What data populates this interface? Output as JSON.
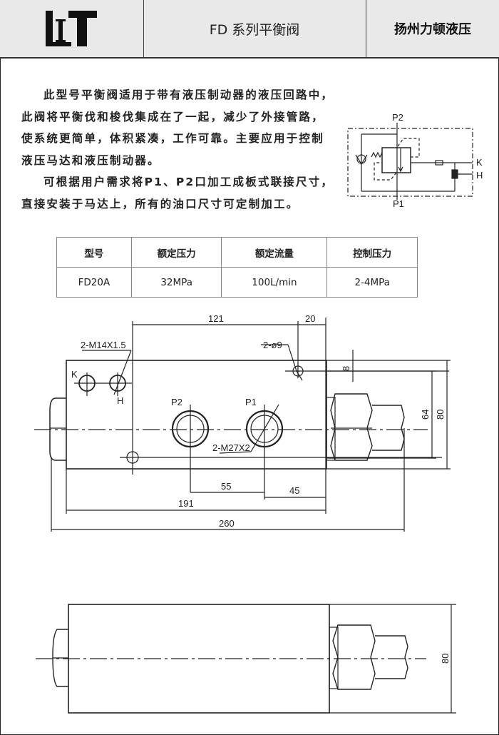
{
  "header": {
    "logo_text": "LIT",
    "title": "FD 系列平衡阀",
    "company": "扬州力顿液压"
  },
  "intro": {
    "paragraph1": "此型号平衡阀适用于带有液压制动器的液压回路中，此阀将平衡伐和梭伐集成在了一起，减少了外接管路，使系统更简单，体积紧凑，工作可靠。主要应用于控制液压马达和液压制动器。",
    "paragraph2": "可根据用户需求将P1、P2口加工成板式联接尺寸，直接安装于马达上，所有的油口尺寸可定制加工。"
  },
  "schematic": {
    "port_p2": "P2",
    "port_p1": "P1",
    "port_k": "K",
    "port_h": "H"
  },
  "spec_table": {
    "headers": [
      "型号",
      "额定压力",
      "额定流量",
      "控制压力"
    ],
    "row": [
      "FD20A",
      "32MPa",
      "100L/min",
      "2-4MPa"
    ]
  },
  "drawing": {
    "dims": {
      "d121": "121",
      "d20": "20",
      "d8": "8",
      "d64": "64",
      "d80": "80",
      "d55": "55",
      "d45": "45",
      "d191": "191",
      "d260": "260",
      "d80_side": "80"
    },
    "callouts": {
      "m14": "2-M14X1.5",
      "phi9": "2-ø9",
      "m27": "2-M27X2",
      "k": "K",
      "h": "H",
      "p2": "P2",
      "p1": "P1"
    }
  },
  "colors": {
    "header_bg": "#e9e9e9",
    "line": "#222222"
  }
}
